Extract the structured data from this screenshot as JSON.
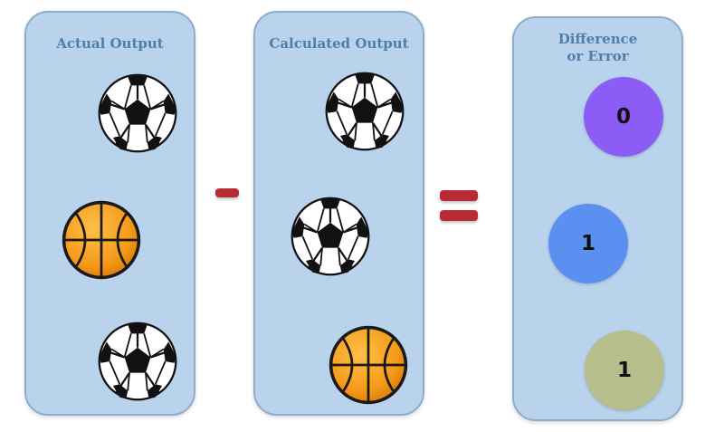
{
  "panels": {
    "actual": {
      "title": "Actual Output",
      "items": [
        "soccer-ball",
        "basketball",
        "soccer-ball"
      ]
    },
    "calculated": {
      "title": "Calculated Output",
      "items": [
        "soccer-ball",
        "soccer-ball",
        "basketball"
      ]
    },
    "difference": {
      "title_line1": "Difference",
      "title_line2": "or Error",
      "values": [
        {
          "label": "0",
          "color": "#8b5cf6"
        },
        {
          "label": "1",
          "color": "#5b8ff0"
        },
        {
          "label": "1",
          "color": "#b6be8c"
        }
      ]
    }
  },
  "operators": {
    "minus": "minus-sign",
    "equals": "equals-sign"
  },
  "colors": {
    "panel_fill": "#b9d3ec",
    "panel_border": "#8facc8",
    "title_text": "#4e7ea9",
    "operator": "#b72b35"
  }
}
